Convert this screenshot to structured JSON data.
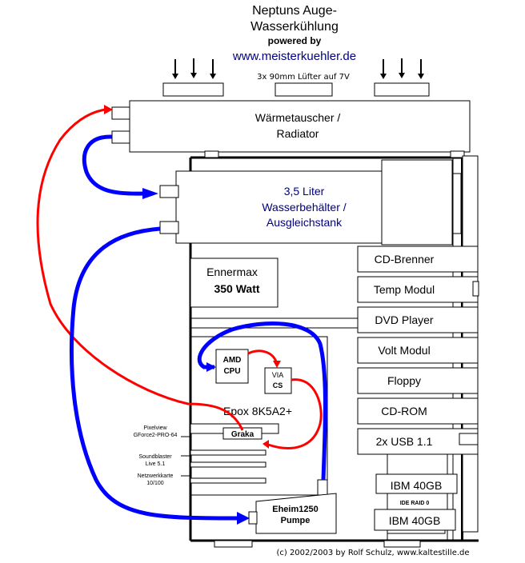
{
  "header": {
    "title_line1": "Neptuns Auge-",
    "title_line2": "Wasserkühlung",
    "powered_by": "powered by",
    "url": "www.meisterkuehler.de"
  },
  "fans": {
    "label": "3x 90mm Lüfter auf 7V",
    "count": 3
  },
  "radiator": {
    "line1": "Wärmetauscher /",
    "line2": "Radiator"
  },
  "reservoir": {
    "line1": "3,5 Liter",
    "line2": "Wasserbehälter /",
    "line3": "Ausgleichstank"
  },
  "psu": {
    "brand": "Ennermax",
    "watt": "350 Watt"
  },
  "drive_bays": [
    {
      "label": "CD-Brenner"
    },
    {
      "label": "Temp Modul"
    },
    {
      "label": "DVD Player"
    },
    {
      "label": "Volt Modul"
    },
    {
      "label": "Floppy"
    },
    {
      "label": "CD-ROM"
    },
    {
      "label": "2x USB 1.1"
    }
  ],
  "hdds": {
    "top": "IBM 40GB",
    "raid": "IDE RAID 0",
    "bottom": "IBM 40GB"
  },
  "mainboard": {
    "name": "Epox 8K5A2+",
    "cpu_line1": "AMD",
    "cpu_line2": "CPU",
    "chipset_line1": "VIA",
    "chipset_line2": "CS",
    "gpu": "Graka"
  },
  "cards": {
    "gpu_line1": "Pixelview",
    "gpu_line2": "GForce2-PRO-64",
    "sound_line1": "Soundblaster",
    "sound_line2": "Live 5.1",
    "net_line1": "Netzwerkkarte",
    "net_line2": "10/100"
  },
  "pump": {
    "line1": "Eheim1250",
    "line2": "Pumpe"
  },
  "footer": {
    "copyright": "(c) 2002/2003 by Rolf Schulz, www.kaltestille.de"
  },
  "colors": {
    "hot_loop": "#ff0000",
    "cold_loop": "#0000ff",
    "url_text": "#000080",
    "reservoir_text": "#000080"
  }
}
